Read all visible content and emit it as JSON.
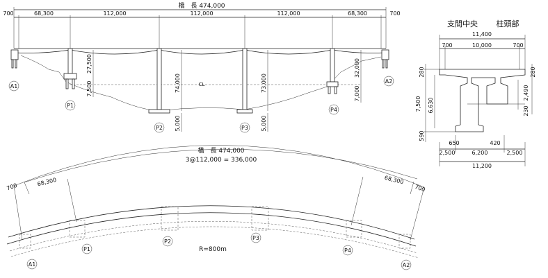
{
  "elevation": {
    "title": "橋　長 474,000",
    "spans": [
      "700",
      "68,300",
      "112,000",
      "112,000",
      "112,000",
      "68,300",
      "700"
    ],
    "heights": [
      "27,500",
      "7,500",
      "74,000",
      "73,000",
      "32,000",
      "7,000",
      "5,000",
      "5,000"
    ],
    "cl_mark": "CL",
    "supports": [
      "A1",
      "P1",
      "P2",
      "P3",
      "P4",
      "A2"
    ]
  },
  "section": {
    "headings": [
      "支間中央",
      "柱頭部"
    ],
    "top_dims": [
      "11,400",
      "700",
      "10,000",
      "700"
    ],
    "left_dims": [
      "280",
      "7,500",
      "6,630",
      "590"
    ],
    "right_dims": [
      "280",
      "2,490",
      "230"
    ],
    "bottom_dims": [
      "650",
      "420",
      "2,500",
      "6,200",
      "2,500",
      "11,200"
    ]
  },
  "plan": {
    "title": "橋　長 474,000",
    "subtitle": "3@112,000 = 336,000",
    "dims": [
      "700",
      "68,300",
      "68,300",
      "700"
    ],
    "radius": "R=800m",
    "supports": [
      "A1",
      "P1",
      "P2",
      "P3",
      "P4",
      "A2"
    ]
  }
}
